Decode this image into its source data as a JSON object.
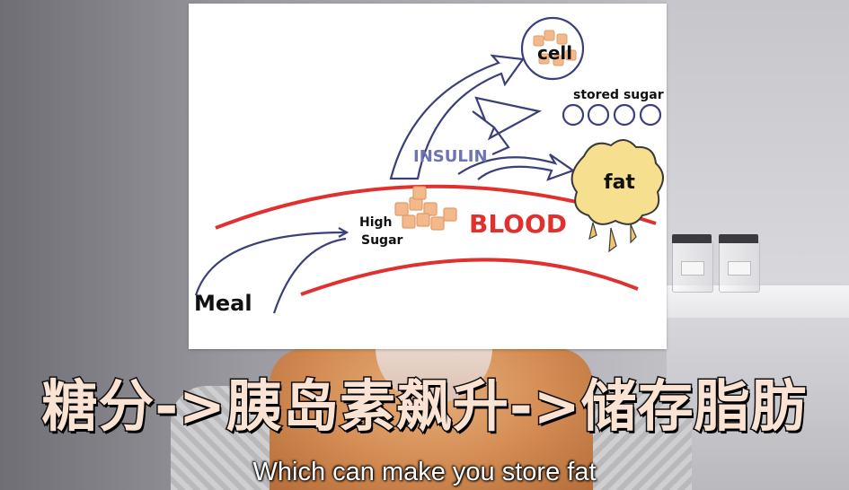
{
  "diagram": {
    "meal": "Meal",
    "high_sugar_line1": "High",
    "high_sugar_line2": "Sugar",
    "blood": "BLOOD",
    "insulin": "INSULIN",
    "cell": "cell",
    "stored_sugar": "stored sugar",
    "fat": "fat"
  },
  "captions": {
    "chinese": "糖分->胰岛素飙升->储存脂肪",
    "english": "Which can make you store fat"
  },
  "colors": {
    "blood_red": "#e0312f",
    "arrow_navy": "#3b3f7a",
    "insulin_blue": "#6e73b5",
    "sugar_cube": "#f3b98b",
    "fat_yellow": "#f6df8e",
    "caption_fill": "#fbe3d4"
  }
}
